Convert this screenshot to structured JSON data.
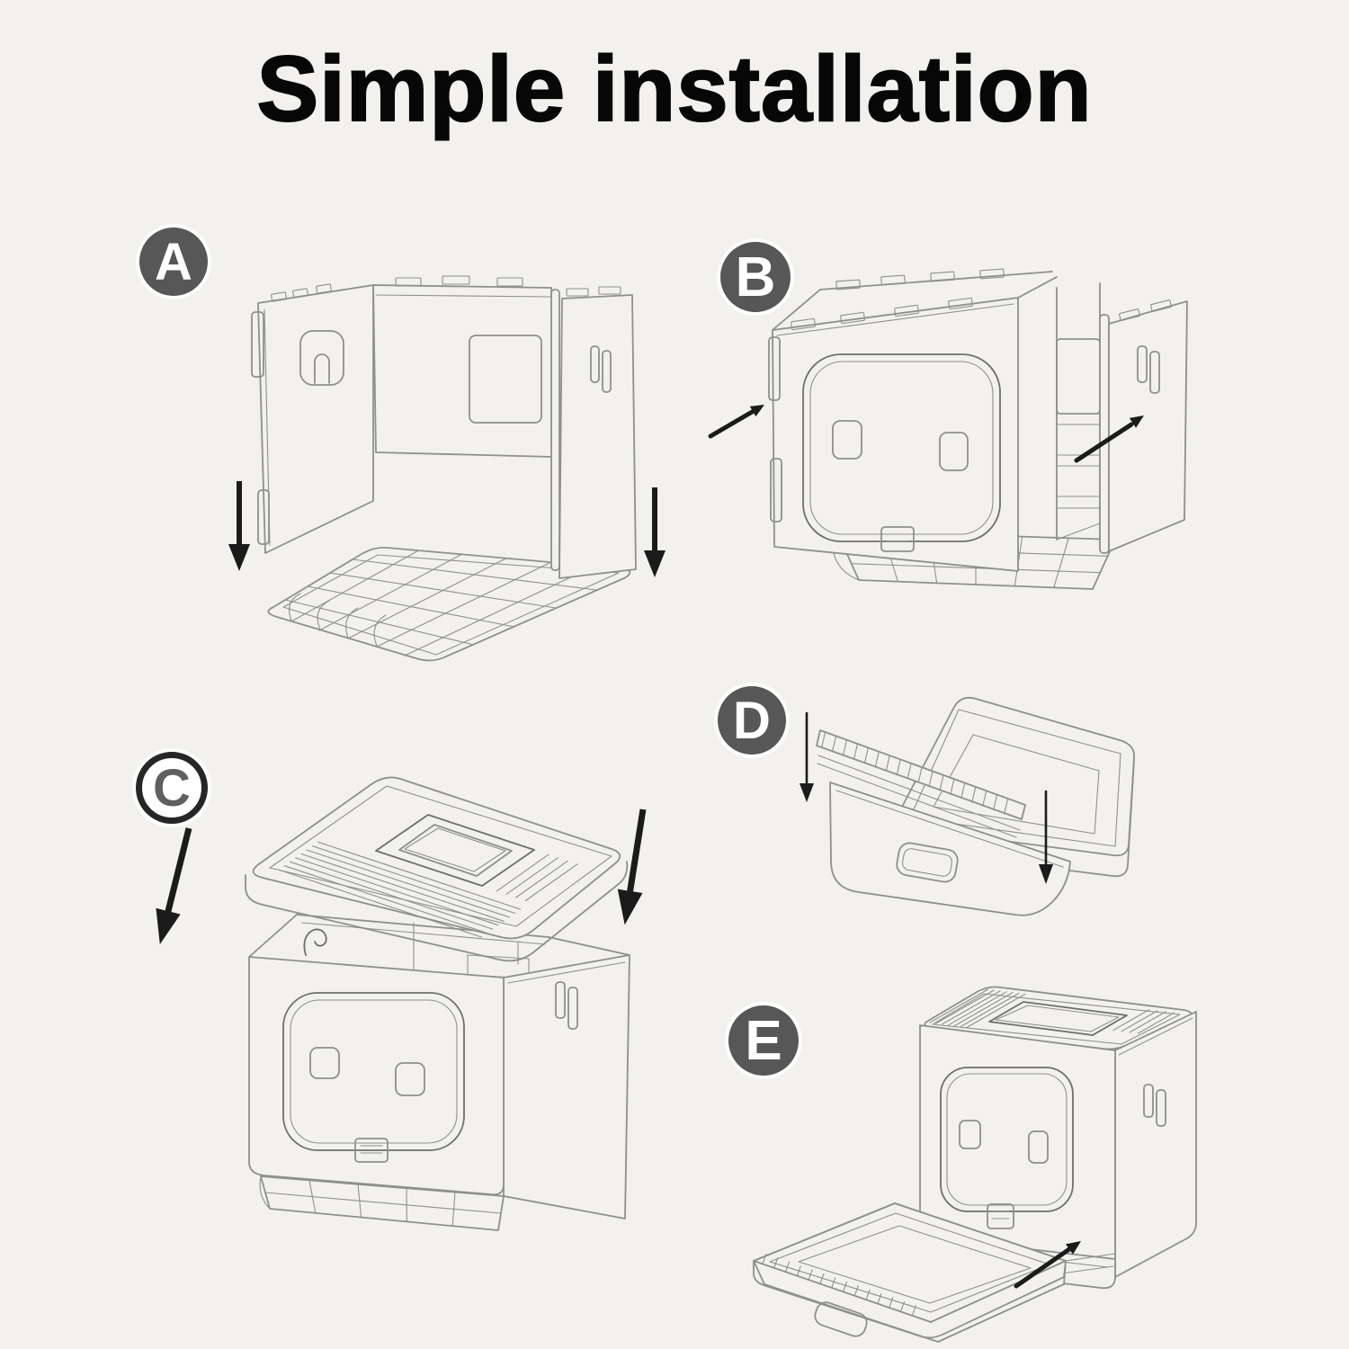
{
  "page": {
    "title": "Simple installation",
    "background_color": "#f2f1ee",
    "title_color": "#070707"
  },
  "style": {
    "bg": "#f2f1ee",
    "line": "#8f8f8f",
    "line_dark": "#6e6e6e",
    "arrow": "#1b1b1b",
    "badge_bg": "#575757",
    "badge_fg": "#ffffff",
    "badge_ring": "#262626",
    "badge_ring_fg": "#5f5f5f",
    "title": "#070707"
  },
  "steps": [
    {
      "label": "A",
      "badge": "solid-circle",
      "illustration": "unfold-three-side-panels-onto-base-grid",
      "arrows": [
        "down-arrow",
        "down-arrow"
      ]
    },
    {
      "label": "B",
      "badge": "solid-circle",
      "illustration": "attach-front-door-panel-to-folded-box",
      "arrows": [
        "up-right-arrow",
        "up-right-arrow"
      ]
    },
    {
      "label": "C",
      "badge": "ring-circle",
      "illustration": "lower-top-lid-onto-assembled-box",
      "arrows": [
        "down-arrow",
        "down-arrow"
      ]
    },
    {
      "label": "D",
      "badge": "solid-circle",
      "illustration": "stack-grate-tray-into-litter-drawer",
      "arrows": [
        "down-arrow",
        "down-arrow"
      ]
    },
    {
      "label": "E",
      "badge": "solid-circle",
      "illustration": "slide-drawer-into-finished-box",
      "arrows": [
        "up-right-arrow"
      ]
    }
  ]
}
